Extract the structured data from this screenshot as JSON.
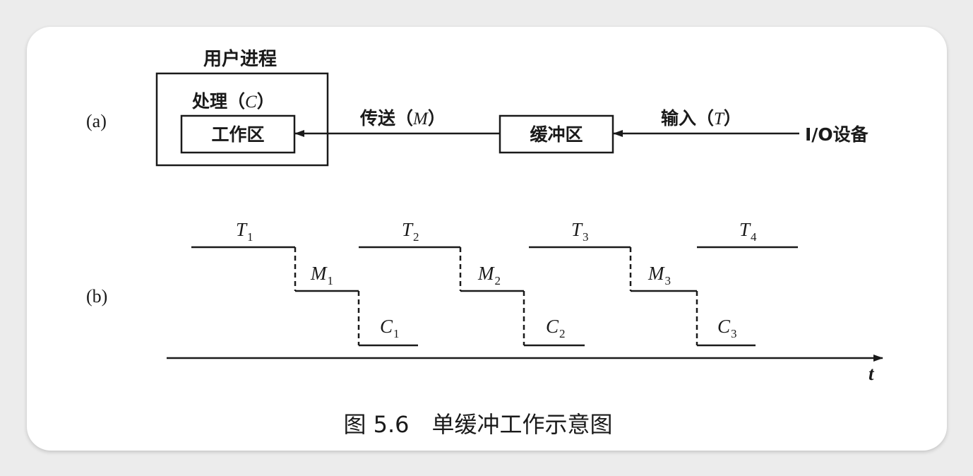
{
  "part_a": {
    "label": "(a)",
    "user_process_title": "用户进程",
    "process_prefix": "处理（",
    "process_var": "C",
    "process_suffix": "）",
    "work_area": "工作区",
    "transfer_prefix": "传送（",
    "transfer_var": "M",
    "transfer_suffix": "）",
    "buffer": "缓冲区",
    "input_prefix": "输入（",
    "input_var": "T",
    "input_suffix": "）",
    "io_device": "I/O设备"
  },
  "part_b": {
    "label": "(b)",
    "axis_label": "t",
    "t_labels": [
      {
        "base": "T",
        "sub": "1"
      },
      {
        "base": "T",
        "sub": "2"
      },
      {
        "base": "T",
        "sub": "3"
      },
      {
        "base": "T",
        "sub": "4"
      }
    ],
    "m_labels": [
      {
        "base": "M",
        "sub": "1"
      },
      {
        "base": "M",
        "sub": "2"
      },
      {
        "base": "M",
        "sub": "3"
      }
    ],
    "c_labels": [
      {
        "base": "C",
        "sub": "1"
      },
      {
        "base": "C",
        "sub": "2"
      },
      {
        "base": "C",
        "sub": "3"
      }
    ]
  },
  "caption": "图 5.6　单缓冲工作示意图",
  "colors": {
    "ink": "#1a1a1a",
    "background": "#ffffff",
    "frame": "#ececec"
  }
}
